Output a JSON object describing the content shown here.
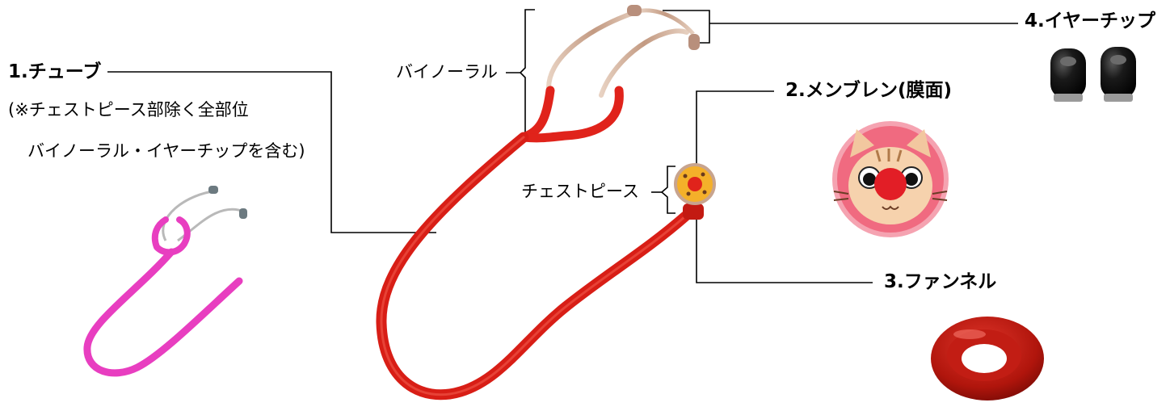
{
  "labels": {
    "tube": "1.チューブ",
    "tube_note_line1": "(※チェストピース部除く全部位",
    "tube_note_line2": "バイノーラル・イヤーチップを含む)",
    "membrane": "2.メンブレン(膜面)",
    "funnel": "3.ファンネル",
    "eartip": "4.イヤーチップ",
    "binaural": "バイノーラル",
    "chestpiece": "チェストピース"
  },
  "colors": {
    "tube_red": "#e0231b",
    "tube_pink": "#e83ec0",
    "metal": "#c8a48e",
    "funnel_red": "#b5170f",
    "membrane_bg": "#f06a80",
    "eartip_black": "#111111",
    "leader_line": "#000000"
  },
  "icons": {
    "main_stethoscope": "red-stethoscope-photo",
    "pink_stethoscope": "pink-tube-stethoscope-photo",
    "membrane": "cat-face-membrane",
    "funnel": "red-funnel-part",
    "eartips": "black-eartips-pair"
  }
}
